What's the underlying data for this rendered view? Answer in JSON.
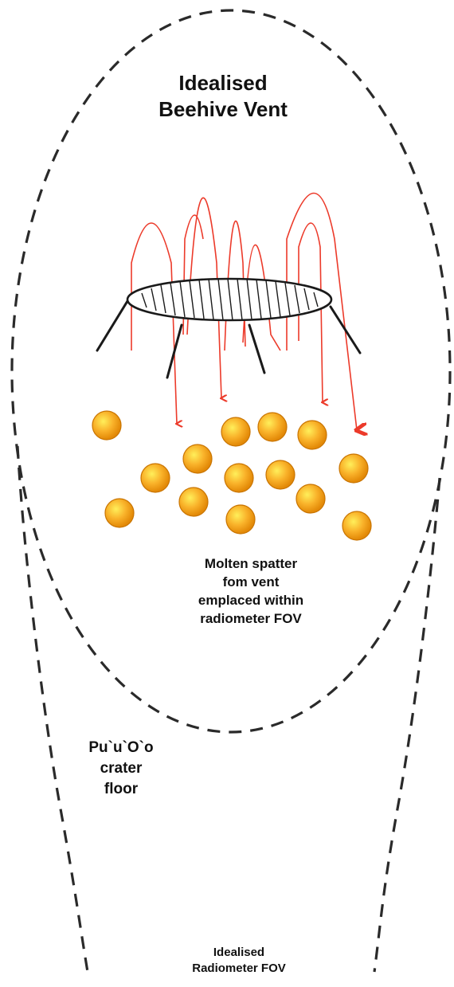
{
  "diagram": {
    "title": "Idealised\nBeehive Vent",
    "spatter_label": "Molten spatter\nfom vent\nemplaced within\nradiometer FOV",
    "crater_label": "Pu`u`O`o\ncrater\nfloor",
    "fov_label": "Idealised\nRadiometer FOV",
    "colors": {
      "outline": "#2a2a2a",
      "trajectory": "#ec3a2a",
      "spatter_fill": "#f5a623",
      "spatter_highlight": "#ffe14a",
      "spatter_edge": "#d77b00"
    }
  }
}
